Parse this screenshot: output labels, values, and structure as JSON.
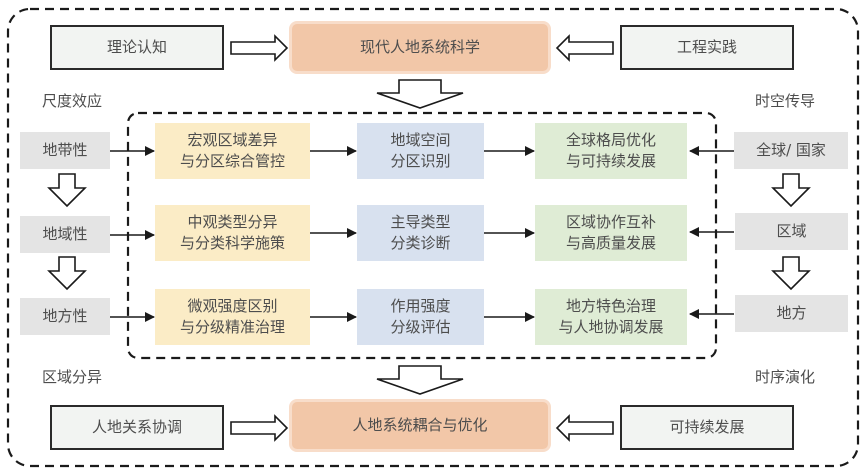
{
  "top": {
    "left": "理论认知",
    "center": "现代人地系统科学",
    "right": "工程实践"
  },
  "bottom": {
    "left": "人地关系协调",
    "center": "人地系统耦合与优化",
    "right": "可持续发展"
  },
  "corner_labels": {
    "top_left": "尺度效应",
    "top_right": "时空传导",
    "bottom_left": "区域分异",
    "bottom_right": "时序演化"
  },
  "left_column": [
    "地带性",
    "地域性",
    "地方性"
  ],
  "right_column": [
    "全球/ 国家",
    "区域",
    "地方"
  ],
  "rows": [
    {
      "yellow": [
        "宏观区域差异",
        "与分区综合管控"
      ],
      "blue": [
        "地域空间",
        "分区识别"
      ],
      "green": [
        "全球格局优化",
        "与可持续发展"
      ]
    },
    {
      "yellow": [
        "中观类型分异",
        "与分类科学施策"
      ],
      "blue": [
        "主导类型",
        "分类诊断"
      ],
      "green": [
        "区域协作互补",
        "与高质量发展"
      ]
    },
    {
      "yellow": [
        "微观强度区别",
        "与分级精准治理"
      ],
      "blue": [
        "作用强度",
        "分级评估"
      ],
      "green": [
        "地方特色治理",
        "与人地协调发展"
      ]
    }
  ],
  "colors": {
    "core": "#f2c7a8",
    "scale_gray": "#e4e4e4",
    "yellow": "#fbecc6",
    "blue": "#d8e1ef",
    "green": "#dfecd5",
    "outline_fill": "#f2f4f2",
    "line": "#2a2a2a"
  }
}
